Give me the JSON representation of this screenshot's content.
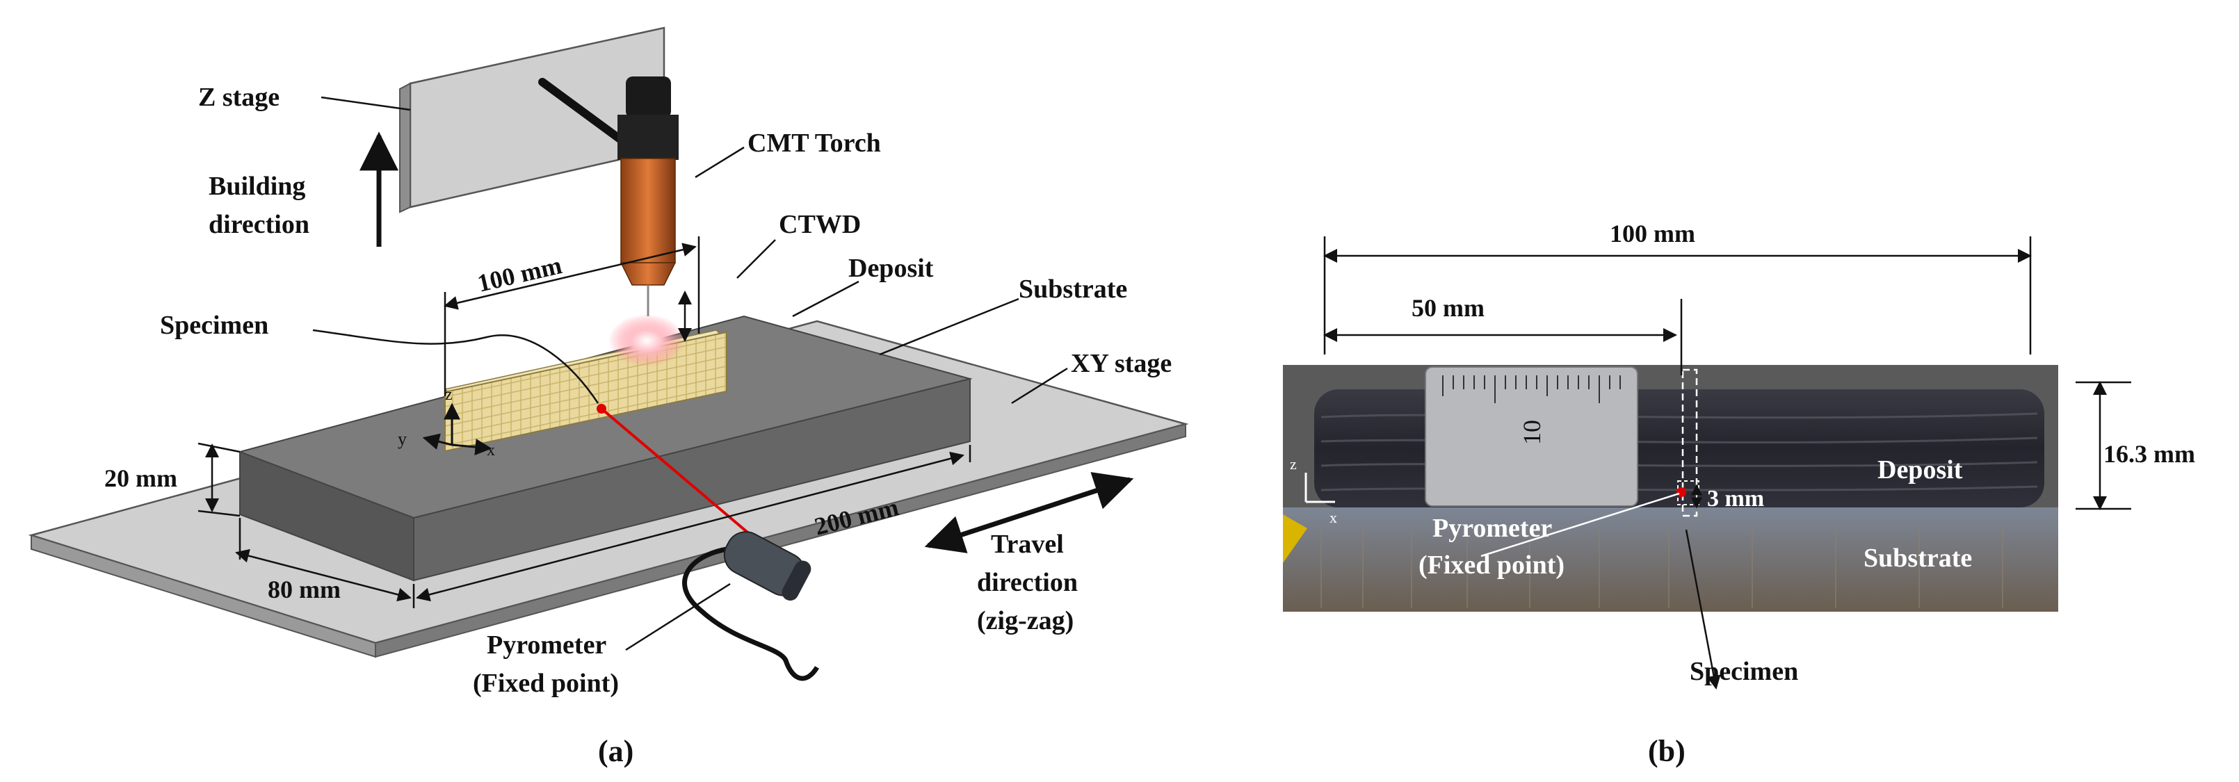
{
  "panel_a": {
    "caption": "(a)",
    "z_stage": "Z stage",
    "building_direction_line1": "Building",
    "building_direction_line2": "direction",
    "cmt_torch": "CMT Torch",
    "ctwd": "CTWD",
    "deposit": "Deposit",
    "substrate": "Substrate",
    "specimen": "Specimen",
    "xy_stage": "XY stage",
    "dim_100": "100 mm",
    "dim_20": "20 mm",
    "dim_200": "200 mm",
    "dim_80": "80 mm",
    "pyrometer_line1": "Pyrometer",
    "pyrometer_line2": "(Fixed point)",
    "travel_line1": "Travel",
    "travel_line2": "direction",
    "travel_line3": "(zig-zag)",
    "axis_z": "z",
    "axis_y": "y",
    "axis_x": "x"
  },
  "panel_b": {
    "caption": "(b)",
    "dim_100": "100 mm",
    "dim_50": "50 mm",
    "dim_16_3": "16.3 mm",
    "dim_3": "3 mm",
    "deposit": "Deposit",
    "substrate": "Substrate",
    "pyrometer_line1": "Pyrometer",
    "pyrometer_line2": "(Fixed point)",
    "specimen": "Specimen",
    "ruler_mark": "10",
    "axis_z": "z",
    "axis_x": "x"
  },
  "colors": {
    "stage": "#c8c8c8",
    "substrate_top": "#7a7a7a",
    "substrate_front": "#5e5e5e",
    "deposit_block": "#e6d9a0",
    "torch": "#c8662a",
    "laser": "#e00000",
    "photo_deposit": "#2e2e36",
    "photo_substrate": "#6e6a66"
  }
}
